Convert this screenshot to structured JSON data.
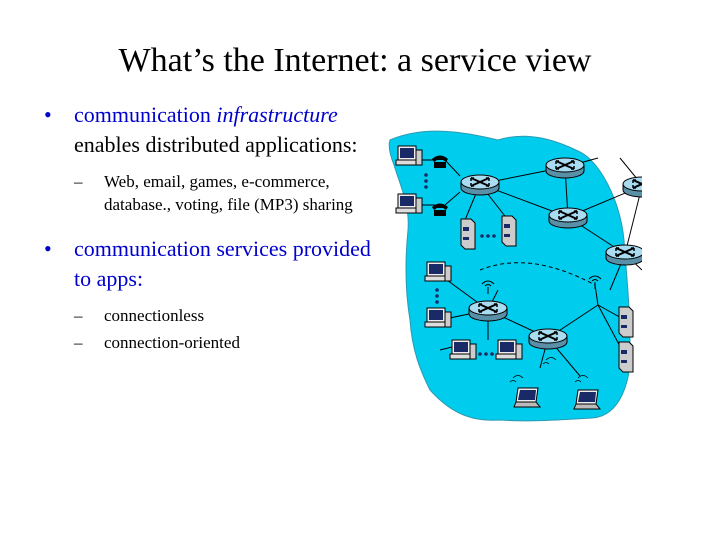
{
  "title": "What’s the Internet: a service view",
  "bullets": [
    {
      "prefix": "communication ",
      "emph": "infrastructure",
      "rest": "enables distributed applications:",
      "sub": [
        "Web, email, games, e-commerce, database., voting, file (MP3) sharing"
      ]
    },
    {
      "text": "communication services provided to apps:",
      "sub": [
        "connectionless",
        "connection-oriented"
      ]
    }
  ],
  "colors": {
    "bullet_text": "#0000cc",
    "cloud": "#00ccee",
    "router": "#9bd0e6"
  },
  "icons": [
    "router-icon",
    "desktop-computer-icon",
    "telephone-icon",
    "server-icon",
    "laptop-icon",
    "wireless-antenna-icon"
  ]
}
